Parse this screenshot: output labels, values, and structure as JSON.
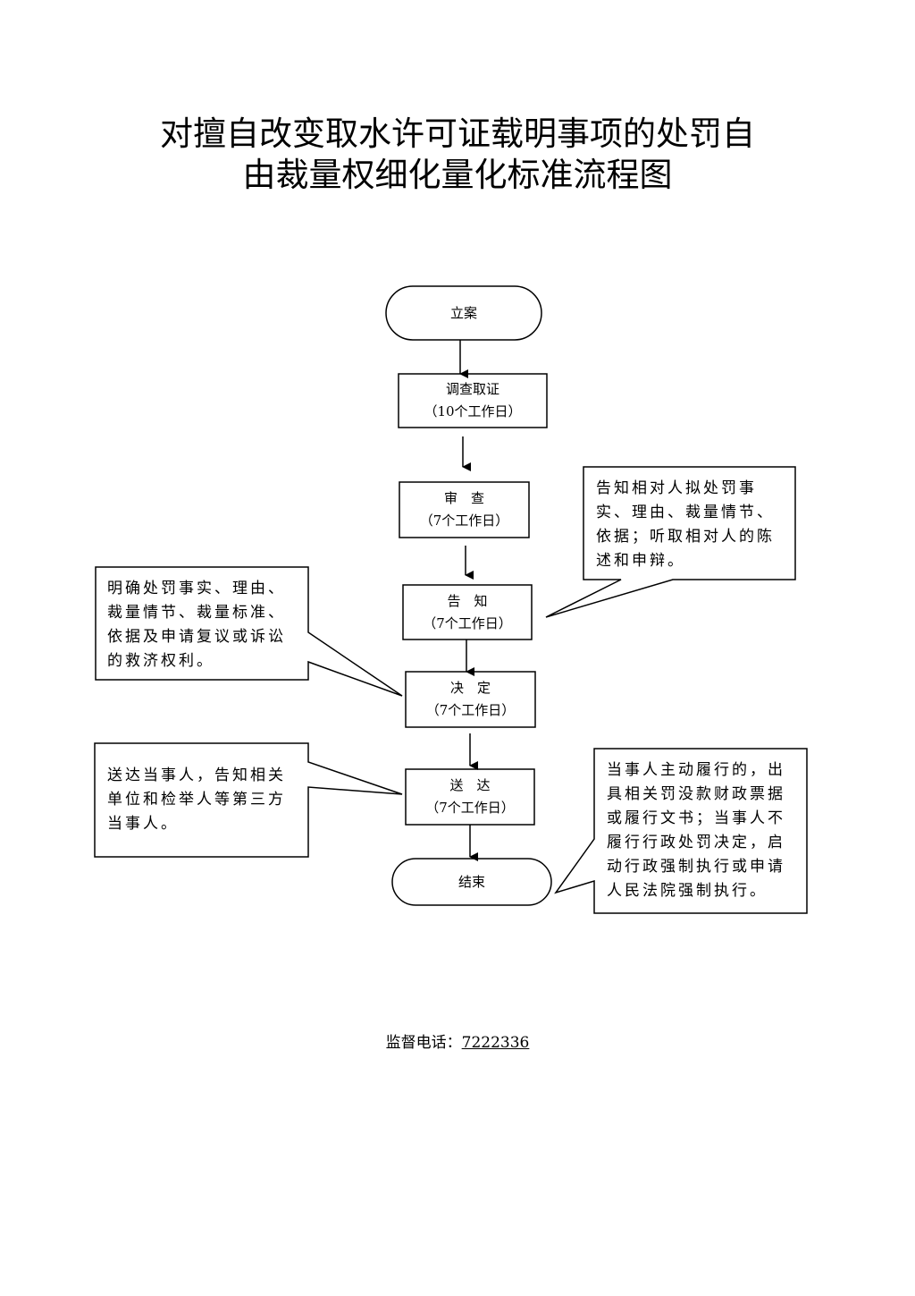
{
  "title": {
    "line1": "对擅自改变取水许可证载明事项的处罚自",
    "line2": "由裁量权细化量化标准流程图"
  },
  "nodes": {
    "start": {
      "label": "立案"
    },
    "investigate": {
      "label": "调查取证",
      "duration": "（10个工作日）"
    },
    "review": {
      "label": "审　查",
      "duration": "（7个工作日）"
    },
    "notify": {
      "label": "告　知",
      "duration": "（7个工作日）"
    },
    "decide": {
      "label": "决　定",
      "duration": "（7个工作日）"
    },
    "deliver": {
      "label": "送　达",
      "duration": "（7个工作日）"
    },
    "end": {
      "label": "结束"
    }
  },
  "notes": {
    "notify_right": "告知相对人拟处罚事实、理由、裁量情节、依据；听取相对人的陈述和申辩。",
    "decide_left": "明确处罚事实、理由、裁量情节、裁量标准、依据及申请复议或诉讼的救济权利。",
    "deliver_left": "送达当事人，告知相关单位和检举人等第三方当事人。",
    "end_right": "当事人主动履行的，出具相关罚没款财政票据或履行文书；当事人不履行行政处罚决定，启动行政强制执行或申请人民法院强制执行。"
  },
  "footer": {
    "label": "监督电话：",
    "phone": "7222336"
  }
}
